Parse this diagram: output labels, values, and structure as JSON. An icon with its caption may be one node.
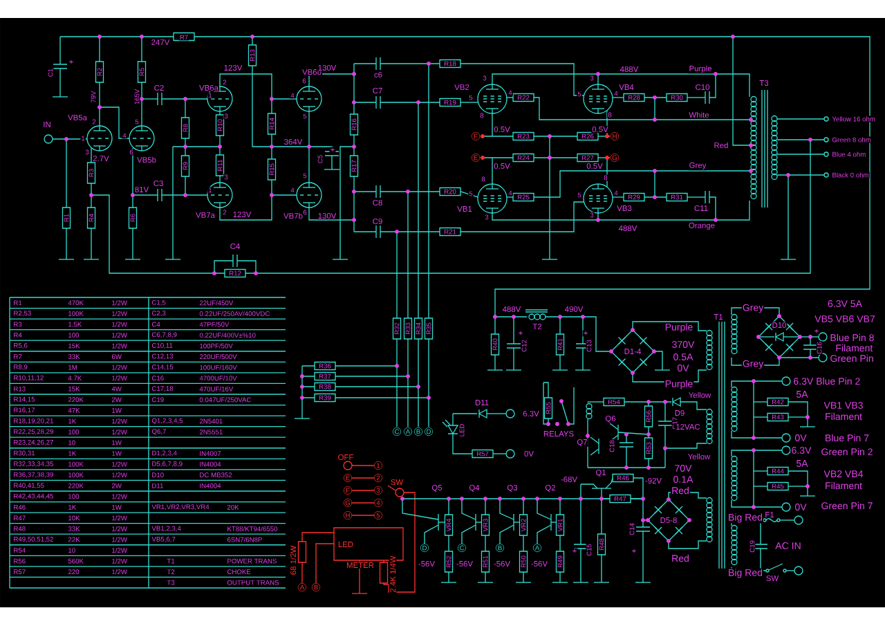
{
  "diagram": {
    "labels": [
      "R7",
      "247V",
      "+",
      "C1",
      "R2",
      "R5",
      "R13",
      "123V",
      "VB6a",
      "2",
      "79V",
      "165V",
      "C2",
      "1",
      "VB6b",
      "130V",
      "6",
      "4",
      "VB5a",
      "IN",
      "2",
      "5",
      "R8",
      "R10",
      "3",
      "R14",
      "5",
      "1",
      "4",
      "3",
      "2.7V",
      "6",
      "VB5b",
      "364V",
      "+",
      "C5",
      "R3",
      "R9",
      "R11",
      "3",
      "R15",
      "5",
      "81V",
      "C3",
      "1",
      "4",
      "VB7a",
      "2",
      "123V",
      "VB7b",
      "6",
      "130V",
      "R1",
      "R4",
      "R6",
      "C4",
      "R12",
      "c6",
      "R18",
      "C7",
      "R19",
      "VB2",
      "3",
      "5",
      "4",
      "R22",
      "8",
      "R16",
      "0.5V",
      "F",
      "R23",
      "R26",
      "0.5V",
      "H",
      "E",
      "R24",
      "R27",
      "G",
      "0.5V",
      "0.5V",
      "R17",
      "8",
      "8",
      "R20",
      "5",
      "4",
      "R25",
      "C8",
      "VB1",
      "3",
      "C9",
      "R21",
      "488V",
      "Purple",
      "3",
      "VB4",
      "C10",
      "T3",
      "4",
      "5",
      "R28",
      "R30",
      "8",
      "White",
      "Yellow 16 ohm",
      "Green 8 ohm",
      "Red",
      "Blue 4 ohm",
      "Grey",
      "Black 0 ohm",
      "5",
      "4",
      "R29",
      "R31",
      "VB3",
      "C11",
      "3",
      "Orange",
      "488V",
      "488V",
      "490V",
      "T2",
      "R32",
      "R33",
      "R34",
      "R35",
      "R40",
      "+",
      "C12",
      "R41",
      "+",
      "C13",
      "Purple",
      "370V",
      "D1-4",
      "0.5A",
      "R36",
      "0V",
      "R37",
      "R38",
      "R39",
      "Purple",
      "D11",
      "6.3V",
      "R55",
      "R54",
      "Yellow",
      "D9",
      "Q6",
      "R56",
      "C17",
      "12VAC",
      "LED",
      "C",
      "A",
      "B",
      "D",
      "RELAYS",
      "Q7",
      "C18",
      "R53",
      "OFF",
      "R57",
      "0V",
      "Yellow",
      "1",
      "E",
      "2",
      "SW",
      "F",
      "3",
      "G",
      "4",
      "H",
      "5",
      "LED",
      "68 1/2W",
      "METER",
      "2.4K 1/4W",
      "A",
      "B",
      "-68V",
      "Q1",
      "R46",
      "-92V",
      "Q5",
      "Q4",
      "Q3",
      "Q2",
      "R47",
      "VR4",
      "VR3",
      "VR2",
      "VR1",
      "C14",
      "R48",
      "D",
      "C",
      "B",
      "A",
      "+",
      "C15",
      "+",
      "-56V",
      "R52",
      "-56V",
      "R51",
      "-56V",
      "R50",
      "-56V",
      "R49",
      "70V",
      "0.1A",
      "Red",
      "D5-8",
      "Red",
      "6.3V 5A",
      "T1",
      "Grey",
      "VB5 VB6 VB7",
      "D10",
      "+",
      "Blue Pin 8",
      "C16",
      "Filament",
      "Green Pin",
      "Grey",
      "6.3V Blue Pin 2",
      "5A",
      "R42",
      "VB1 VB3",
      "R43",
      "Filament",
      "0V",
      "Blue Pin 7",
      "6.3V",
      "Green Pin 2",
      "5A",
      "R44",
      "VB2 VB4",
      "R45",
      "Filament",
      "0V",
      "Green Pin 7",
      "Big Red",
      "F1",
      "C19",
      "AC IN",
      "Big Red",
      "SW",
      "R1",
      "470K",
      "1/2W",
      "C1,5",
      "22UF/450V",
      "R2,53",
      "100K",
      "1/2W",
      "C2,3",
      "0.22UF/250AV/400VDC",
      "R3",
      "1.5K",
      "1/2W",
      "C4",
      "47PF/50V",
      "R4",
      "100",
      "1/2W",
      "C6,7,8,9",
      "0.22UF/400V±%10",
      "R5,6",
      "15K",
      "1/2W",
      "C10,11",
      "100PF/50V",
      "R7",
      "33K",
      "6W",
      "C12,13",
      "220UF/500V",
      "R8,9",
      "1M",
      "1/2W",
      "C14,15",
      "100UF/160V",
      "R10,11,12",
      "4.7K",
      "1/2W",
      "C16",
      "4700UF/10V",
      "R13",
      "15K",
      "4W",
      "C17,18",
      "470UF/16V",
      "R14,15",
      "220K",
      "2W",
      "C19",
      "0.047UF/250VAC",
      "R16,17",
      "47K",
      "1W",
      "R18,19,20,21",
      "1K",
      "1/2W",
      "Q1,2,3,4,5",
      "2N5401",
      "R22,25,28,29",
      "100",
      "1/2W",
      "Q6,7",
      "2N5551",
      "R23,24,26,27",
      "10",
      "1W",
      "R30,31",
      "1K",
      "1W",
      "D1,2,3,4",
      "IN4007",
      "R32,33,34,35",
      "100K",
      "1/2W",
      "D5,6,7,8,9",
      "IN4004",
      "R36,37,38,39",
      "100K",
      "1/2W",
      "D10",
      "DC MB352",
      "R40,41,55",
      "220K",
      "2W",
      "D11",
      "IN4004",
      "R42,43,44,45",
      "100",
      "1/2W",
      "R46",
      "1K",
      "1W",
      "VR1,VR2,VR3,VR4",
      "20K",
      "R47",
      "10K",
      "1/2W",
      "R48",
      "33K",
      "1/2W",
      "VB1,2,3,4",
      "KT88/KT94/6550",
      "R49,50,51,52",
      "22K",
      "1/2W",
      "VB5,6,7",
      "6SN7/6N8P",
      "R54",
      "10",
      "1/2W",
      "R56",
      "560K",
      "1/2W",
      "T1",
      "POWER TRANS",
      "R57",
      "220",
      "1/2W",
      "T2",
      "CHOKE",
      "T3",
      "OUTPUT TRANS"
    ]
  }
}
